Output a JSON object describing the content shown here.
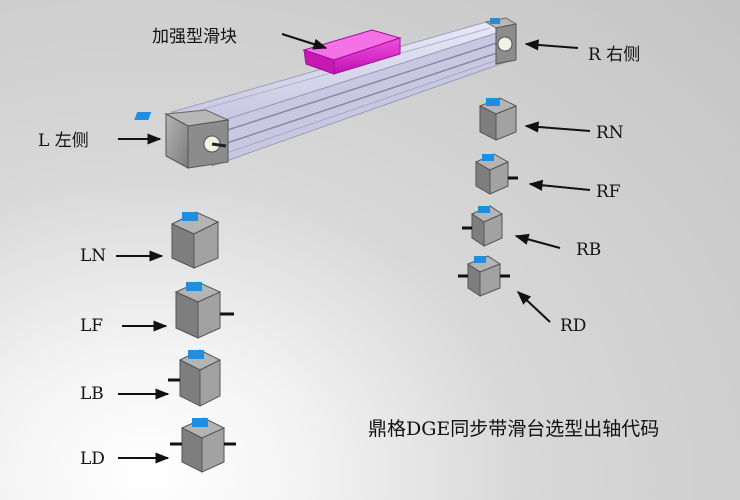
{
  "labels": {
    "slider": "加强型滑块",
    "right_side": "R 右侧",
    "left_side": "L 左侧",
    "RN": "RN",
    "RF": "RF",
    "RB": "RB",
    "RD": "RD",
    "LN": "LN",
    "LF": "LF",
    "LB": "LB",
    "LD": "LD"
  },
  "caption": "鼎格DGE同步带滑台选型出轴代码",
  "colors": {
    "slider": "#e020c8",
    "rail": "#d4d4ec",
    "motor_block": "#9a9a9a",
    "blue_tab": "#1e8fe0"
  }
}
